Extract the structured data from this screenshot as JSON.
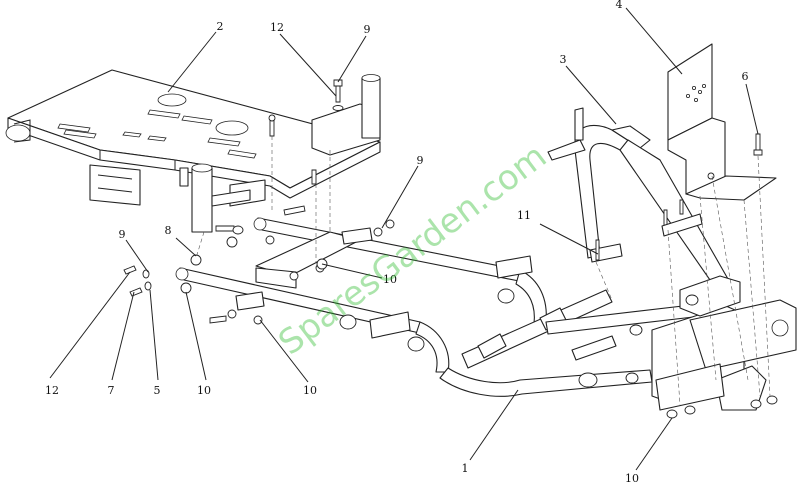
{
  "diagram": {
    "callouts": [
      {
        "id": "c1",
        "label": "1"
      },
      {
        "id": "c2",
        "label": "2"
      },
      {
        "id": "c3",
        "label": "3"
      },
      {
        "id": "c4",
        "label": "4"
      },
      {
        "id": "c5",
        "label": "5"
      },
      {
        "id": "c6",
        "label": "6"
      },
      {
        "id": "c7",
        "label": "7"
      },
      {
        "id": "c8",
        "label": "8"
      },
      {
        "id": "c9a",
        "label": "9"
      },
      {
        "id": "c9b",
        "label": "9"
      },
      {
        "id": "c9c",
        "label": "9"
      },
      {
        "id": "c10a",
        "label": "10"
      },
      {
        "id": "c10b",
        "label": "10"
      },
      {
        "id": "c10c",
        "label": "10"
      },
      {
        "id": "c10d",
        "label": "10"
      },
      {
        "id": "c11",
        "label": "11"
      },
      {
        "id": "c12a",
        "label": "12"
      },
      {
        "id": "c12b",
        "label": "12"
      }
    ],
    "watermark": "SparesGarden.com",
    "colors": {
      "line": "#222222",
      "watermark": "#23b823"
    }
  }
}
